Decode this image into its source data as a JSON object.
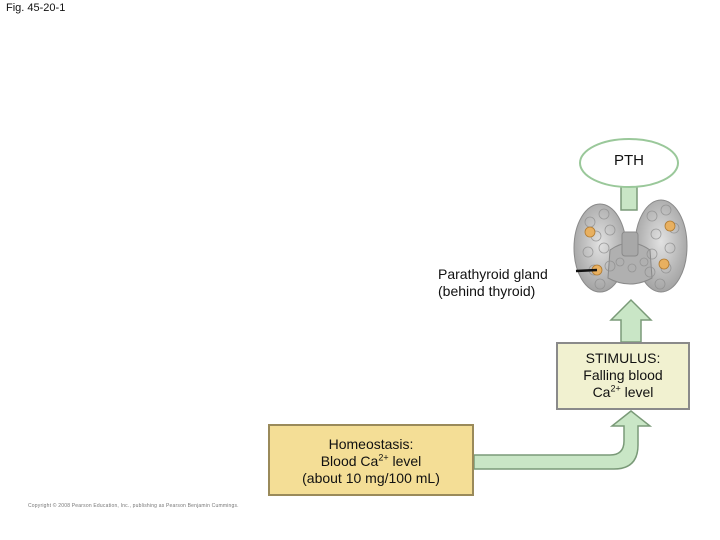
{
  "figure_label": "Fig. 45-20-1",
  "hormone": "PTH",
  "gland": {
    "line1": "Parathyroid gland",
    "line2": "(behind thyroid)"
  },
  "stimulus": {
    "line1": "STIMULUS:",
    "line2": "Falling blood",
    "line3_prefix": "Ca",
    "line3_sup": "2+",
    "line3_suffix": " level"
  },
  "homeostasis": {
    "line1": "Homeostasis:",
    "line2_prefix": "Blood Ca",
    "line2_sup": "2+",
    "line2_suffix": " level",
    "line3": "(about 10 mg/100 mL)"
  },
  "copyright": "Copyright © 2008 Pearson Education, Inc., publishing as Pearson Benjamin Cummings.",
  "colors": {
    "arrow_fill": "#c9e6c6",
    "arrow_stroke": "#7a9a78",
    "stimulus_fill": "#f1f1d0",
    "homeostasis_fill": "#f4de96",
    "pth_ellipse_stroke": "#9ac89a",
    "gland_gray": "#b8b8b8",
    "parathyroid_orange": "#e8b060"
  }
}
